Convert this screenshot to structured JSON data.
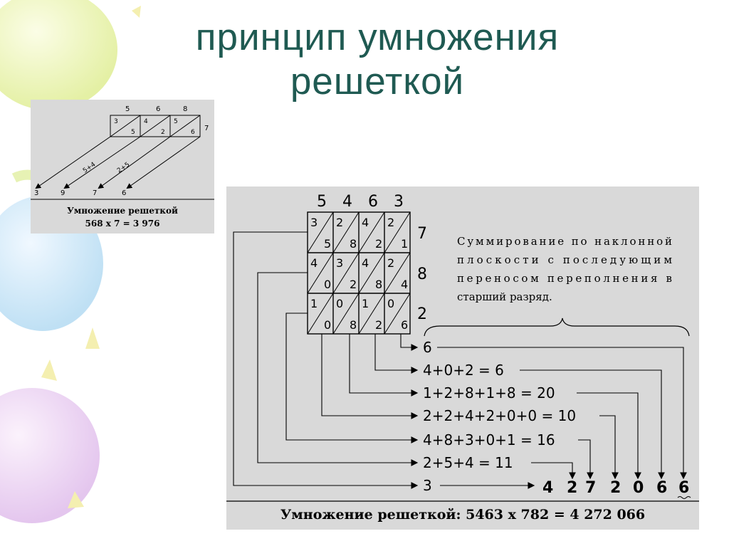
{
  "slide": {
    "title_line1": "принцип умножения",
    "title_line2": "решеткой"
  },
  "small_example": {
    "top_digits": [
      "5",
      "6",
      "8"
    ],
    "multiplier": "7",
    "cells": [
      [
        "3",
        "5"
      ],
      [
        "4",
        "2"
      ],
      [
        "5",
        "6"
      ]
    ],
    "diagonal_sums": [
      "5+4",
      "2+5"
    ],
    "result_digits": [
      "3",
      "9",
      "7",
      "6"
    ],
    "caption_line1": "Умножение решеткой",
    "caption_line2": "568 x 7 = 3 976"
  },
  "large_example": {
    "top_digits": [
      "5",
      "4",
      "6",
      "3"
    ],
    "side_digits": [
      "7",
      "8",
      "2"
    ],
    "grid": [
      [
        [
          "3",
          "5"
        ],
        [
          "2",
          "8"
        ],
        [
          "4",
          "2"
        ],
        [
          "2",
          "1"
        ]
      ],
      [
        [
          "4",
          "0"
        ],
        [
          "3",
          "2"
        ],
        [
          "4",
          "8"
        ],
        [
          "2",
          "4"
        ]
      ],
      [
        [
          "1",
          "0"
        ],
        [
          "0",
          "8"
        ],
        [
          "1",
          "2"
        ],
        [
          "0",
          "6"
        ]
      ]
    ],
    "note_lines": [
      "Суммирование по наклонной",
      "плоскости с последующим",
      "переносом переполнения в",
      "старший разряд."
    ],
    "sums": [
      "6",
      "4+0+2 = 6",
      "1+2+8+1+8 = 20",
      "2+2+4+2+0+0 = 10",
      "4+8+3+0+1 = 16",
      "2+5+4 = 11",
      "3"
    ],
    "result_digits": [
      "4",
      "2",
      "7",
      "2",
      "0",
      "6",
      "6"
    ],
    "caption": "Умножение решеткой: 5463 x 782 = 4 272 066"
  }
}
